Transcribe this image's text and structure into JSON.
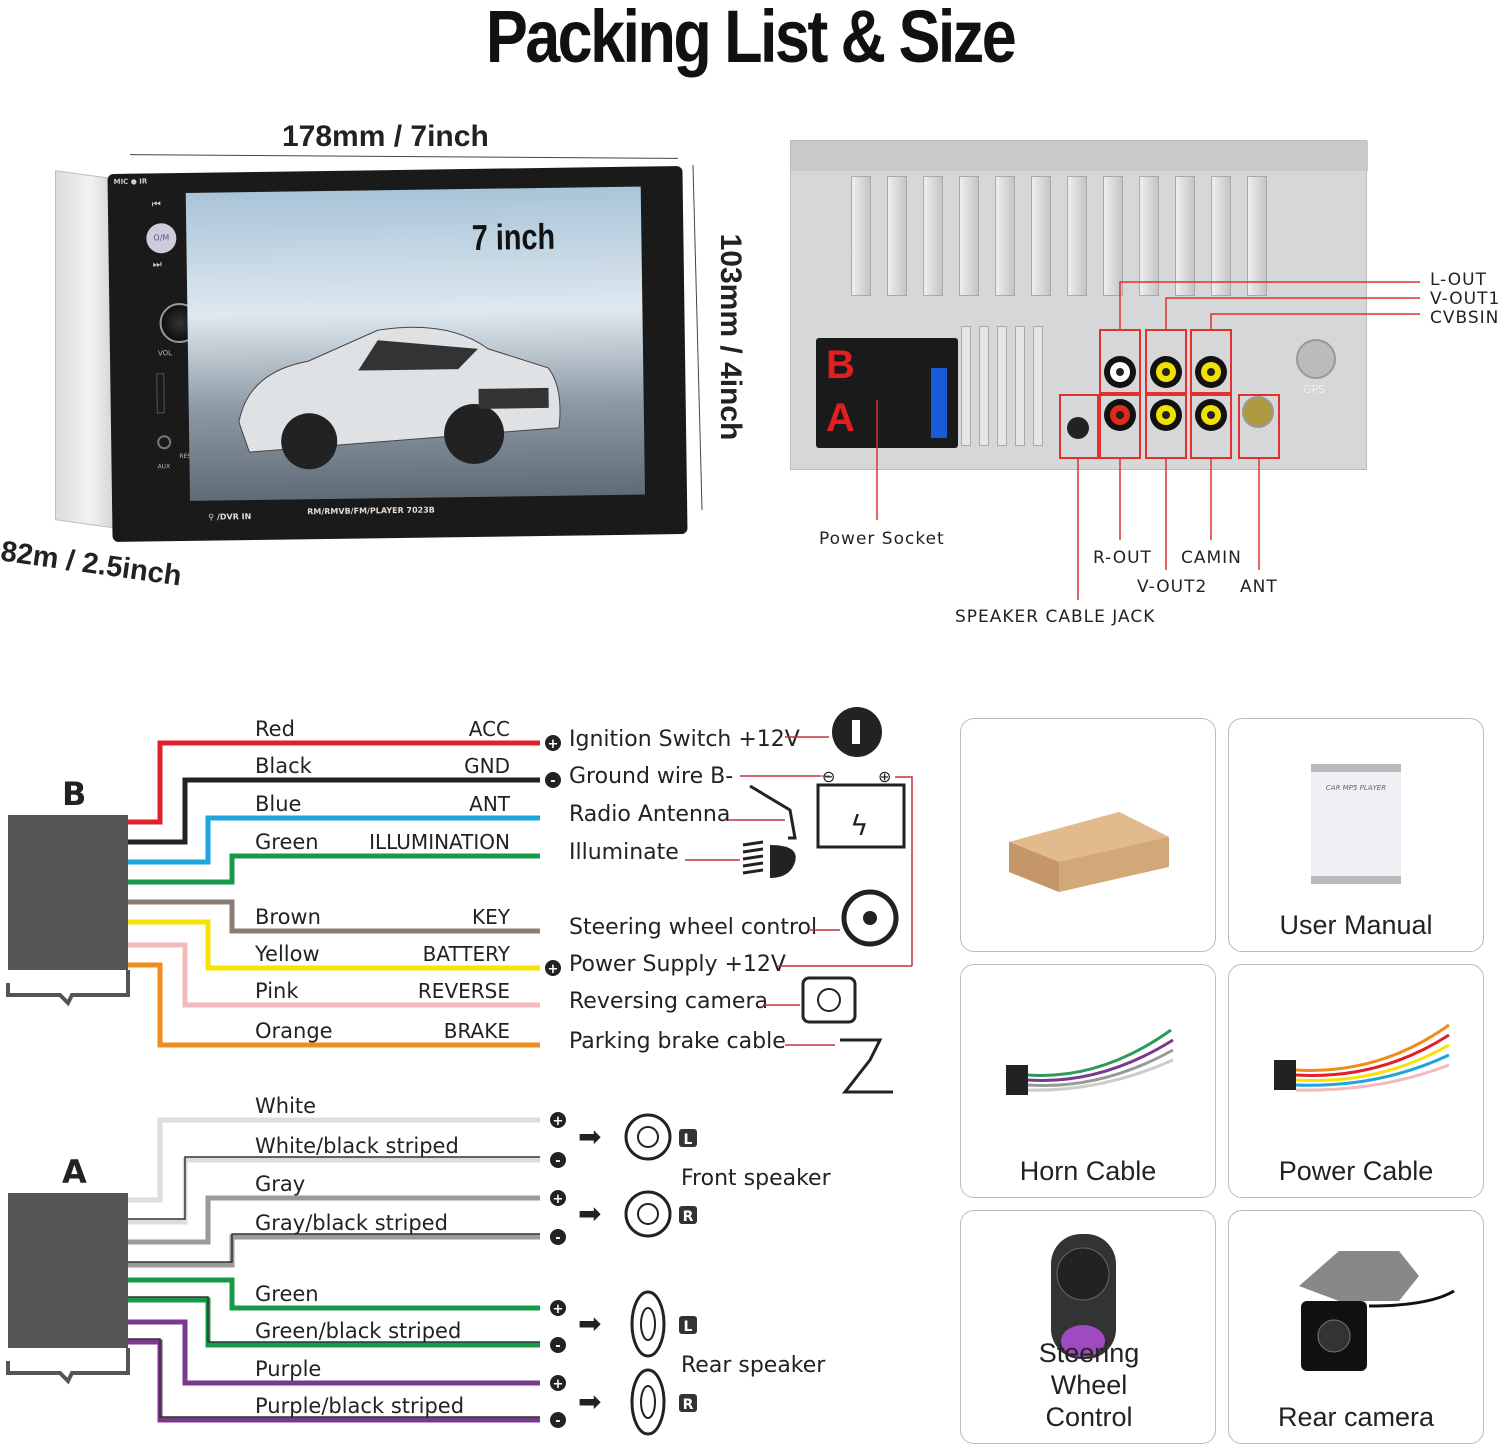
{
  "title": "Packing List & Size",
  "dimensions": {
    "width": "178mm / 7inch",
    "height": "103mm / 4inch",
    "depth": "82m / 2.5inch"
  },
  "front_unit": {
    "screen_label": "7 inch",
    "model_text": "RM/RMVB/FM/PLAYER  7023B",
    "dvr_label": "/DVR IN",
    "mic_label": "MIC",
    "ir_label": "IR",
    "mode_button": "O/M",
    "vol_label": "VOL",
    "res_label": "RES",
    "aux_label": "AUX"
  },
  "back_panel": {
    "connector_b": "B",
    "connector_a": "A",
    "gps_label": "GPS",
    "callouts": {
      "l_out": "L-OUT",
      "v_out1": "V-OUT1",
      "cvbsin": "CVBSIN",
      "power_socket": "Power Socket",
      "r_out": "R-OUT",
      "camin": "CAMIN",
      "v_out2": "V-OUT2",
      "ant": "ANT",
      "speaker_jack": "SPEAKER CABLE JACK"
    },
    "colors": {
      "callout": "#e03030",
      "white_jack": "#ffffff",
      "red_jack": "#e02a1a",
      "yellow_jack": "#f2e000",
      "ant_jack": "#b09a40"
    }
  },
  "wiring_b": {
    "label": "B",
    "wires": [
      {
        "color_name": "Red",
        "function": "ACC",
        "color": "#e0202a"
      },
      {
        "color_name": "Black",
        "function": "GND",
        "color": "#222222"
      },
      {
        "color_name": "Blue",
        "function": "ANT",
        "color": "#1ea3dc"
      },
      {
        "color_name": "Green",
        "function": "ILLUMINATION",
        "color": "#16994a"
      },
      {
        "color_name": "Brown",
        "function": "KEY",
        "color": "#8c7c72"
      },
      {
        "color_name": "Yellow",
        "function": "BATTERY",
        "color": "#f6e400"
      },
      {
        "color_name": "Pink",
        "function": "REVERSE",
        "color": "#f2baba"
      },
      {
        "color_name": "Orange",
        "function": "BRAKE",
        "color": "#f08c1c"
      }
    ],
    "destinations": [
      {
        "sign": "+",
        "text": "Ignition Switch +12V",
        "icon": "ignition-switch-icon"
      },
      {
        "sign": "-",
        "text": "Ground wire B-",
        "icon": "battery-icon"
      },
      {
        "sign": "",
        "text": "Radio Antenna",
        "icon": "antenna-icon"
      },
      {
        "sign": "",
        "text": "Illuminate",
        "icon": "headlight-icon"
      },
      {
        "sign": "",
        "text": "Steering wheel control",
        "icon": "steering-wheel-icon"
      },
      {
        "sign": "+",
        "text": "Power Supply +12V",
        "icon": "battery-icon"
      },
      {
        "sign": "",
        "text": "Reversing camera",
        "icon": "camera-icon"
      },
      {
        "sign": "",
        "text": "Parking brake cable",
        "icon": "parking-brake-icon"
      }
    ]
  },
  "wiring_a": {
    "label": "A",
    "wires": [
      {
        "color_name": "White",
        "color": "#dddddd",
        "striped": false,
        "sign": "+"
      },
      {
        "color_name": "White/black striped",
        "color": "#dddddd",
        "striped": true,
        "sign": "-"
      },
      {
        "color_name": "Gray",
        "color": "#9a9a9a",
        "striped": false,
        "sign": "+"
      },
      {
        "color_name": "Gray/black striped",
        "color": "#9a9a9a",
        "striped": true,
        "sign": "-"
      },
      {
        "color_name": "Green",
        "color": "#16994a",
        "striped": false,
        "sign": "+"
      },
      {
        "color_name": "Green/black striped",
        "color": "#16994a",
        "striped": true,
        "sign": "-"
      },
      {
        "color_name": "Purple",
        "color": "#7a3a8c",
        "striped": false,
        "sign": "+"
      },
      {
        "color_name": "Purple/black striped",
        "color": "#7a3a8c",
        "striped": true,
        "sign": "-"
      }
    ],
    "speakers": [
      {
        "group": "Front speaker",
        "channels": [
          "L",
          "R"
        ]
      },
      {
        "group": "Rear speaker",
        "channels": [
          "L",
          "R"
        ]
      }
    ]
  },
  "package_items": [
    {
      "label": "",
      "icon": "cardboard-box-icon"
    },
    {
      "label": "User Manual",
      "icon": "manual-icon",
      "cover_text": "CAR MP5 PLAYER"
    },
    {
      "label": "Horn Cable",
      "icon": "horn-cable-icon"
    },
    {
      "label": "Power Cable",
      "icon": "power-cable-icon"
    },
    {
      "label": "Steering Wheel Control",
      "icon": "steering-remote-icon"
    },
    {
      "label": "Rear camera",
      "icon": "rear-camera-icon"
    }
  ]
}
